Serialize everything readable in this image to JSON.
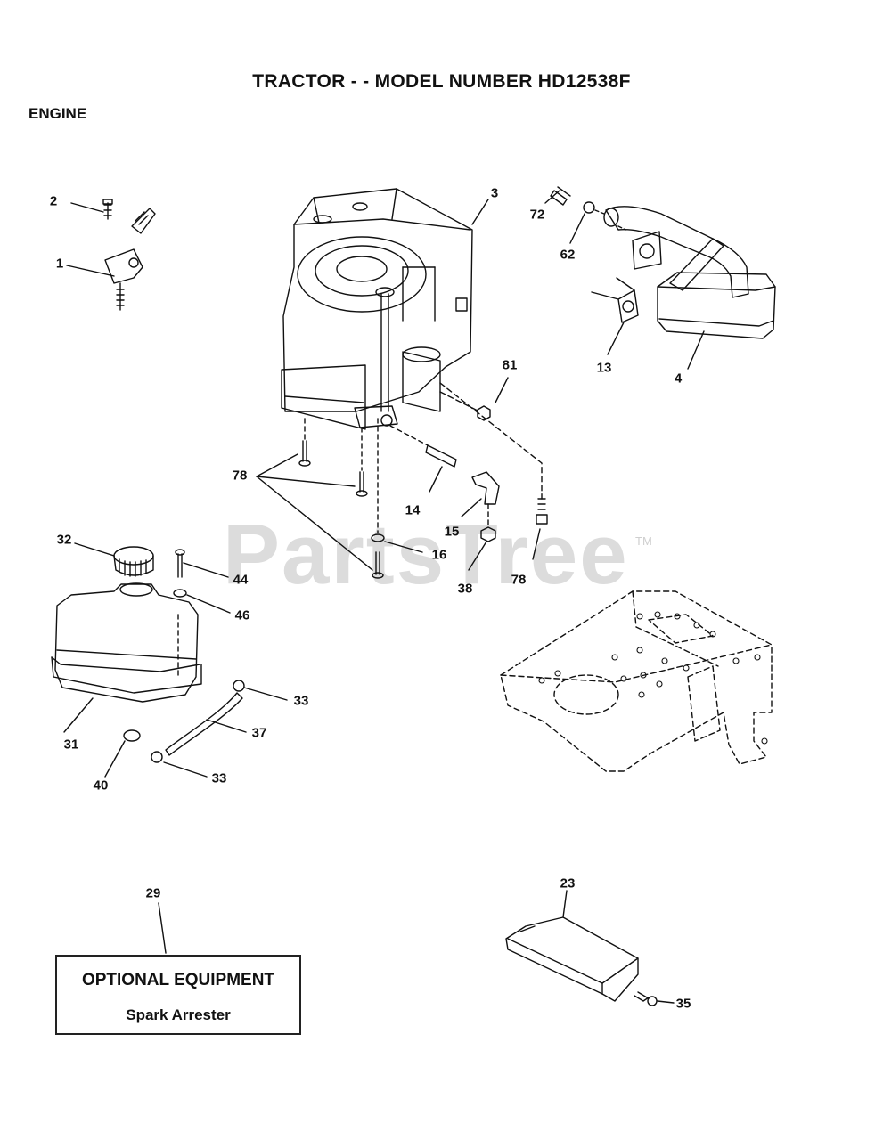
{
  "header": {
    "title": "TRACTOR - - MODEL NUMBER HD12538F",
    "section": "ENGINE"
  },
  "watermark": {
    "text": "PartsTree",
    "tm": "TM"
  },
  "callouts": [
    "1",
    "2",
    "3",
    "4",
    "13",
    "14",
    "15",
    "16",
    "23",
    "29",
    "31",
    "32",
    "33",
    "33",
    "35",
    "37",
    "38",
    "40",
    "44",
    "46",
    "62",
    "72",
    "78",
    "78",
    "81"
  ],
  "optional_box": {
    "heading": "OPTIONAL EQUIPMENT",
    "item": "Spark Arrester"
  },
  "colors": {
    "ink": "#111111",
    "watermark": "#dcdcdc"
  }
}
